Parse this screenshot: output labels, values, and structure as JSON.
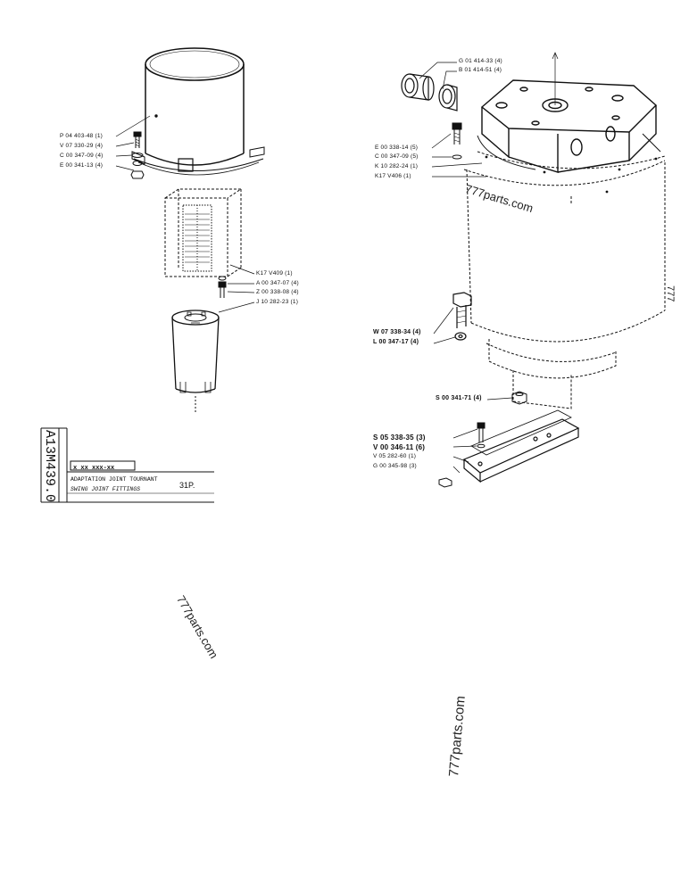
{
  "document": {
    "code": "A13M439.0",
    "part_code": "x xx xxx-xx",
    "title_fr": "ADAPTATION JOINT TOURNANT",
    "title_en": "SWING JOINT FITTINGS",
    "page_ref": "31P."
  },
  "watermarks": [
    "777parts.com",
    "777parts.com",
    "777parts.com"
  ],
  "side_mark": "777",
  "left_assembly": {
    "labels": [
      "P 04 403-48 (1)",
      "V 07 330-29 (4)",
      "C 00 347-09 (4)",
      "E 00 341-13 (4)",
      "K17 V409 (1)",
      "A 00 347-07 (4)",
      "Z 00 338-08 (4)",
      "J 10 282-23 (1)"
    ]
  },
  "right_assembly": {
    "labels": [
      "G 01 414-33 (4)",
      "B 01 414-51 (4)",
      "E 00 338-14 (5)",
      "C 00 347-09 (5)",
      "K 10 282-24 (1)",
      "K17 V406 (1)",
      "W 07 338-34 (4)",
      "L 00 347-17 (4)",
      "S 00 341-71 (4)",
      "S 05 338-35 (3)",
      "V 00 346-11 (6)",
      "V 05 282-60 (1)",
      "G 00 345-98 (3)"
    ]
  }
}
